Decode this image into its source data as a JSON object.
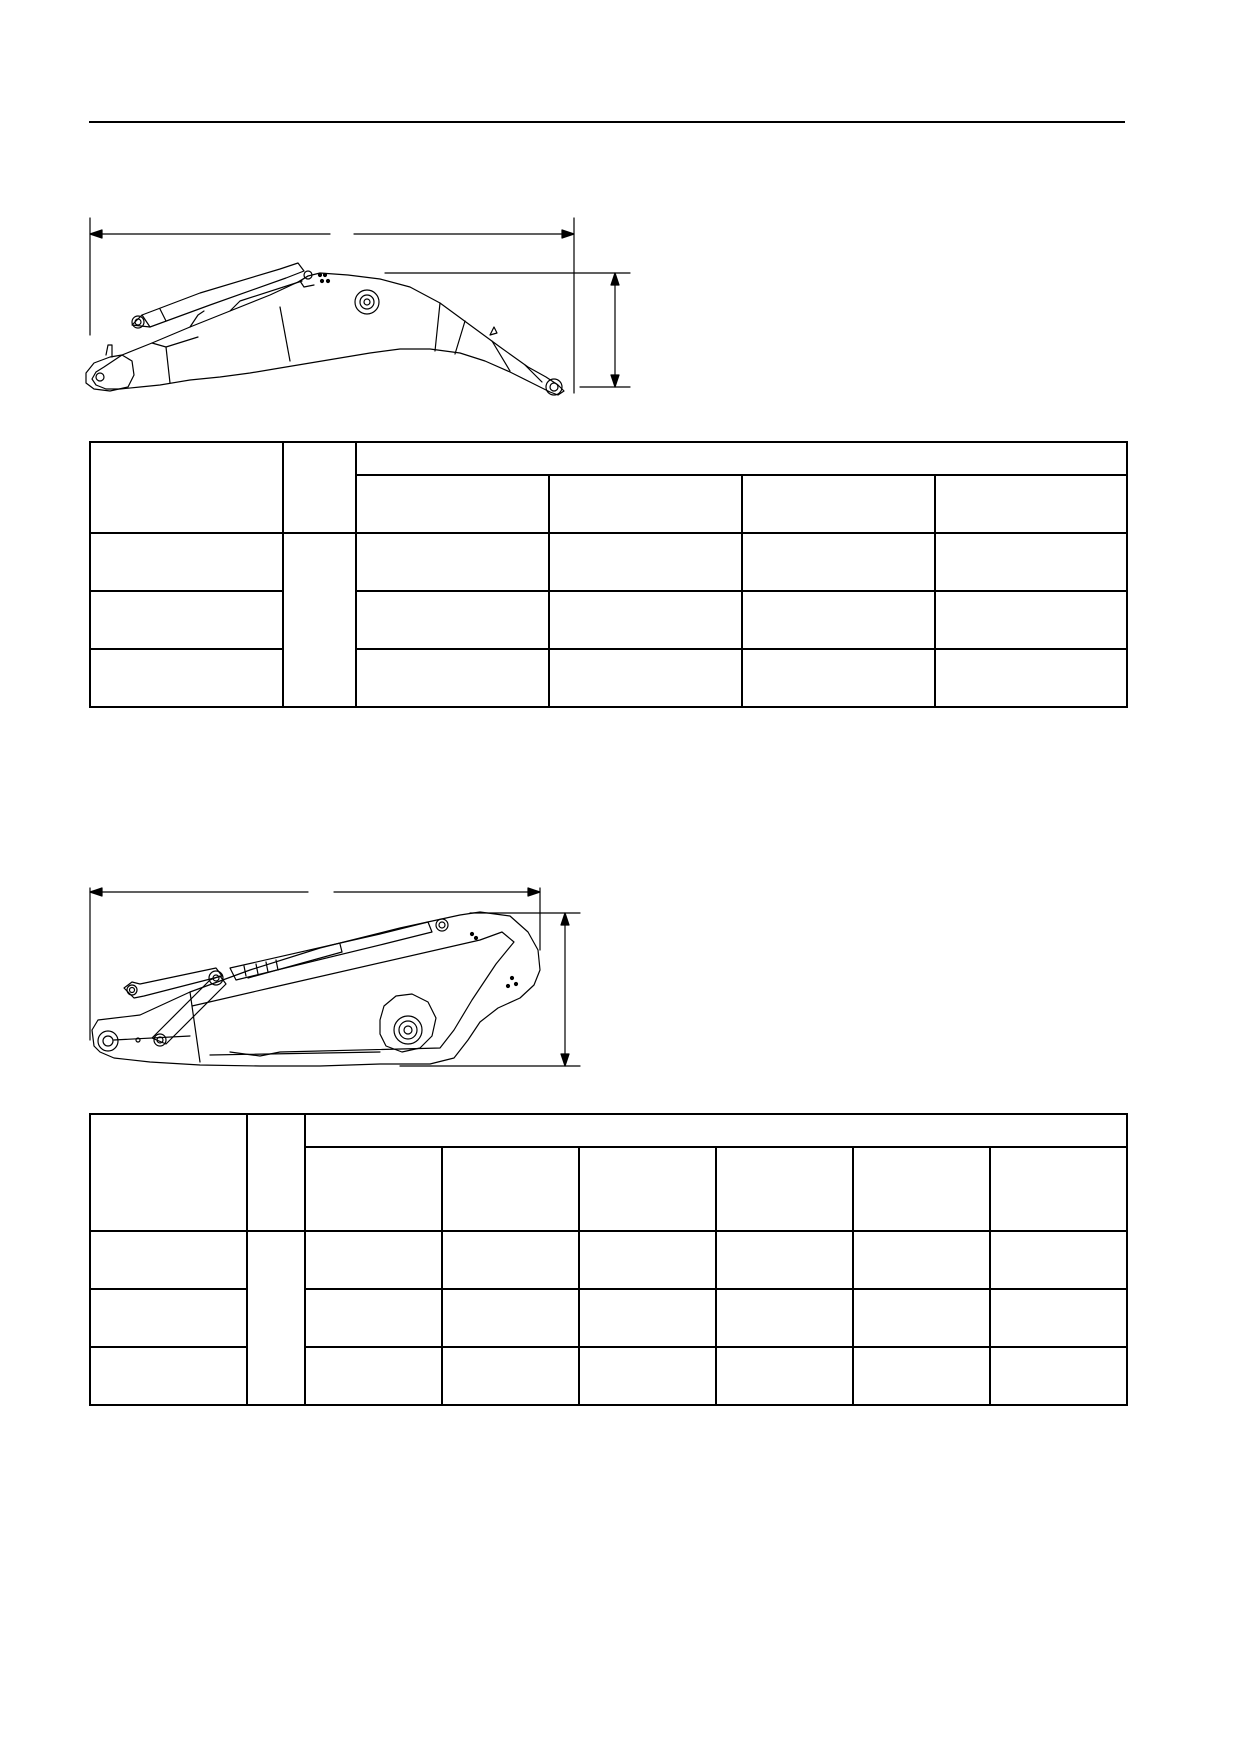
{
  "boom_drawing": {
    "icon": "excavator-boom-side-view"
  },
  "arm_drawing": {
    "icon": "excavator-arm-side-view"
  },
  "boom_table": {
    "column_count": 4,
    "row_count": 3
  },
  "arm_table": {
    "column_count": 6,
    "row_count": 3
  }
}
